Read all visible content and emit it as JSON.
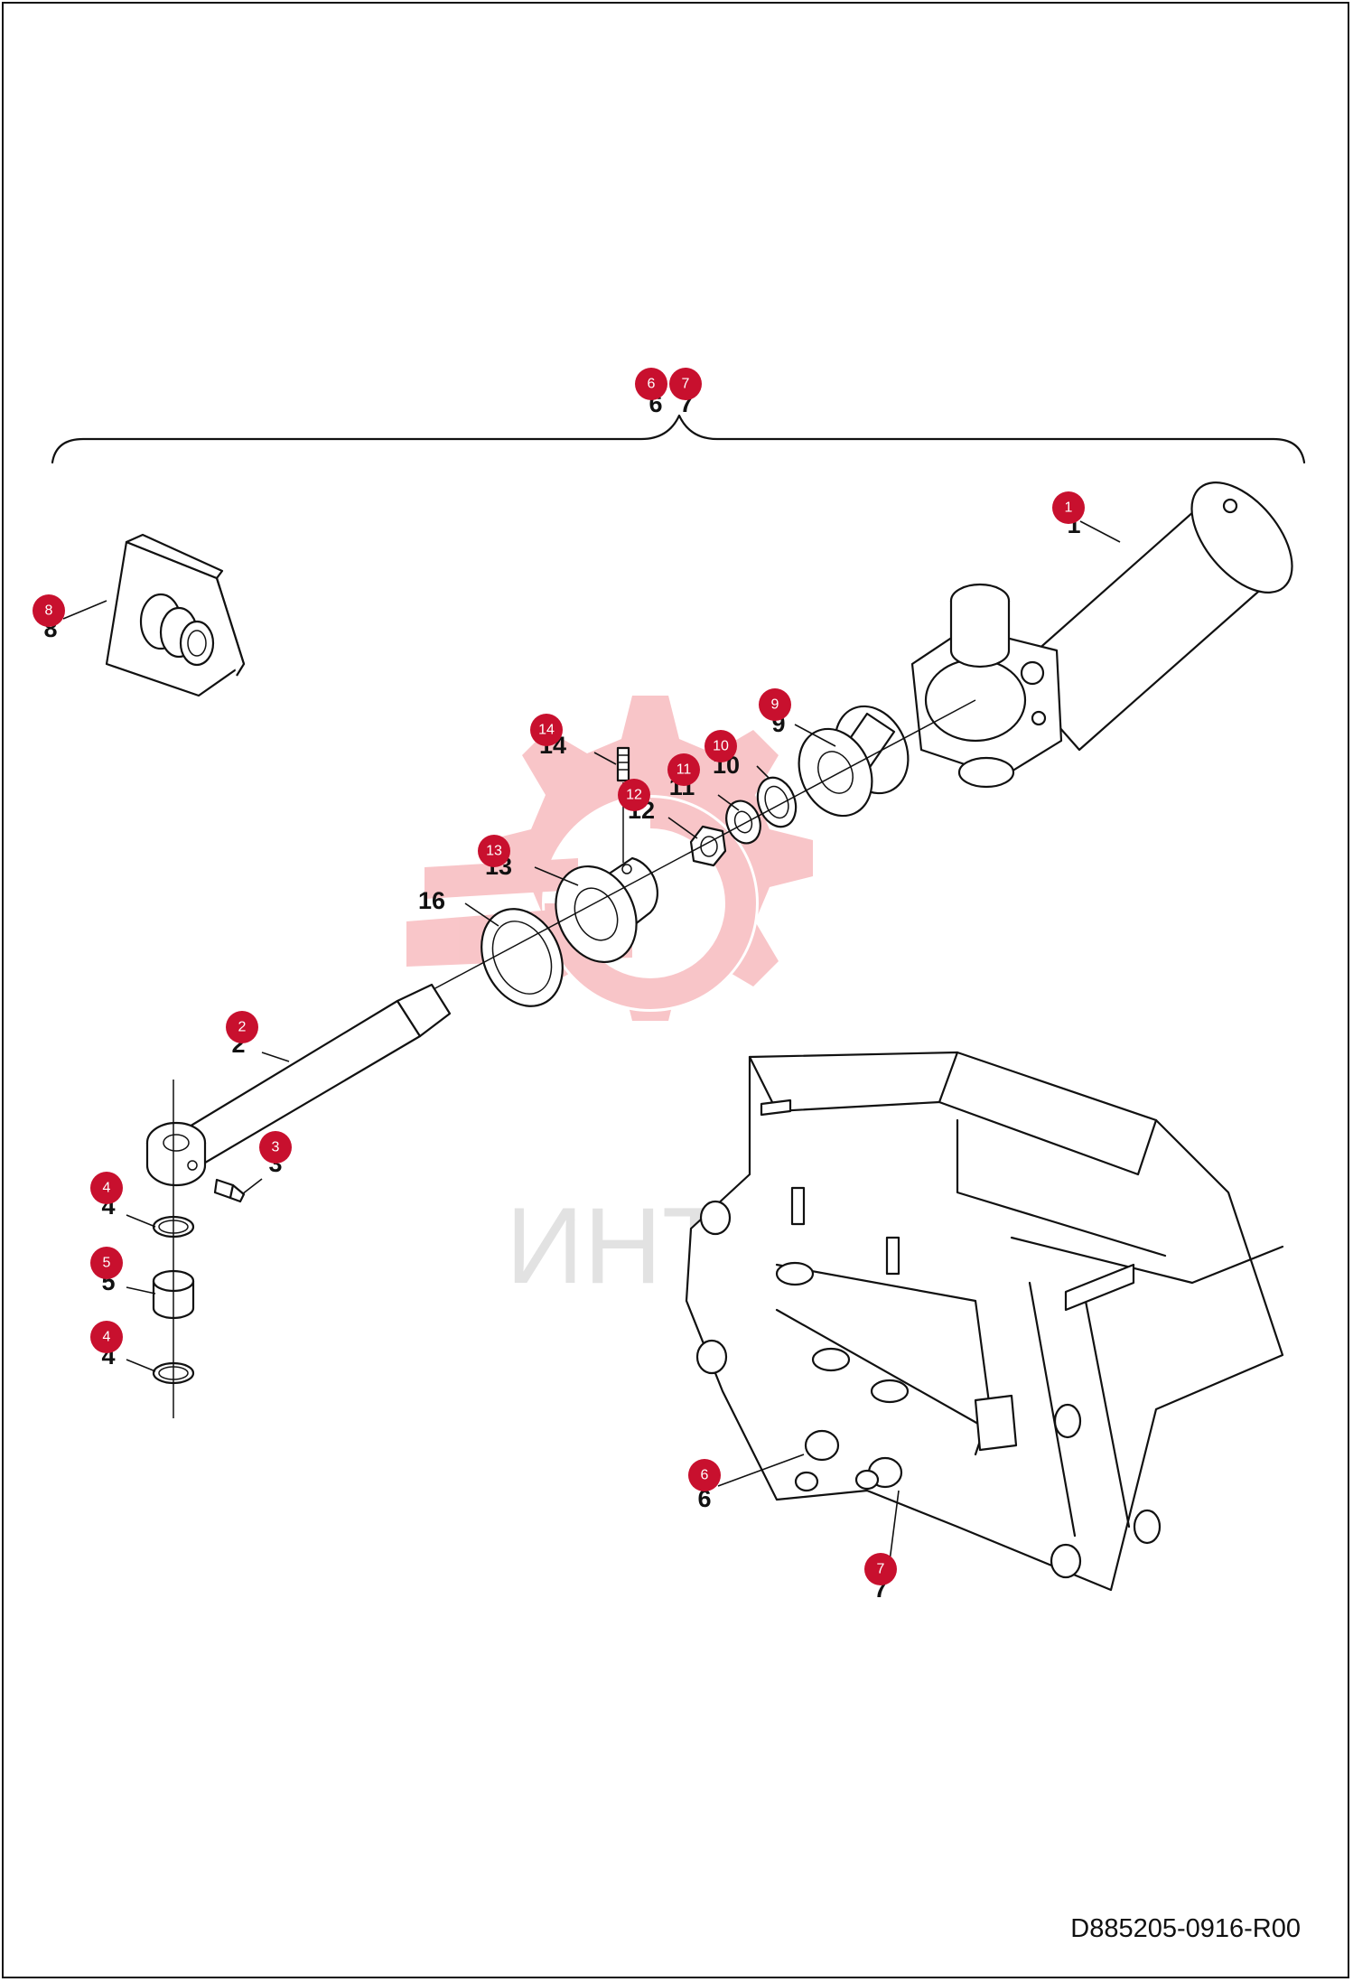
{
  "drawing_number": "D885205-0916-R00",
  "watermark": {
    "text": "ИНТЕХ",
    "color": "#e8323c"
  },
  "accent_color": "#c8102e",
  "callouts": [
    {
      "id": "c1",
      "label": "1",
      "number": "1"
    },
    {
      "id": "c2",
      "label": "2",
      "number": "2"
    },
    {
      "id": "c3",
      "label": "3",
      "number": "3"
    },
    {
      "id": "c4a",
      "label": "4",
      "number": "4"
    },
    {
      "id": "c5",
      "label": "5",
      "number": "5"
    },
    {
      "id": "c4b",
      "label": "4",
      "number": "4"
    },
    {
      "id": "c6",
      "label": "6",
      "number": "6"
    },
    {
      "id": "c7",
      "label": "7",
      "number": "7"
    },
    {
      "id": "c8",
      "label": "8",
      "number": "8"
    },
    {
      "id": "c9",
      "label": "9",
      "number": "9"
    },
    {
      "id": "c10",
      "label": "10",
      "number": "10"
    },
    {
      "id": "c11",
      "label": "11",
      "number": "11"
    },
    {
      "id": "c12",
      "label": "12",
      "number": "12"
    },
    {
      "id": "c13",
      "label": "13",
      "number": "13"
    },
    {
      "id": "c14",
      "label": "14",
      "number": "14"
    },
    {
      "id": "c16",
      "label": "",
      "number": "16"
    },
    {
      "id": "c6t",
      "label": "6",
      "number": "6"
    },
    {
      "id": "c7t",
      "label": "7",
      "number": "7"
    }
  ]
}
